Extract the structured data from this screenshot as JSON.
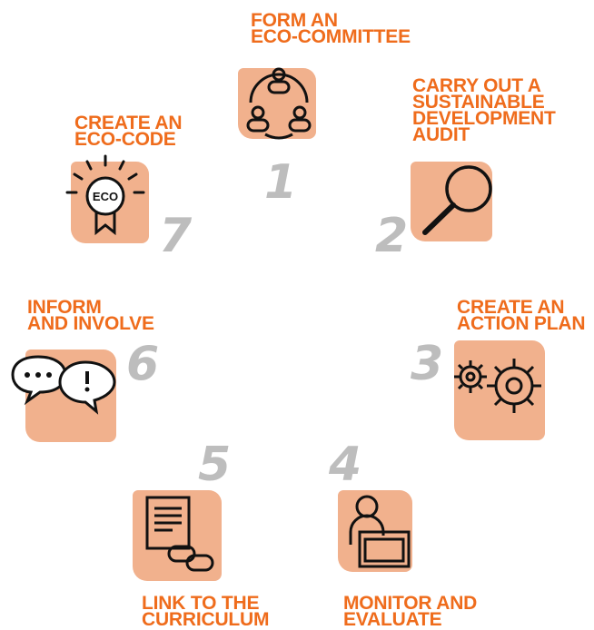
{
  "steps": [
    {
      "number": "1",
      "label": "FORM AN\nECO-COMMITTEE",
      "icon": "people-icon"
    },
    {
      "number": "2",
      "label": "CARRY OUT A\nSUSTAINABLE\nDEVELOPMENT\nAUDIT",
      "icon": "magnifier-icon"
    },
    {
      "number": "3",
      "label": "CREATE AN\nACTION PLAN",
      "icon": "gears-icon"
    },
    {
      "number": "4",
      "label": "MONITOR AND\nEVALUATE",
      "icon": "person-laptop-icon"
    },
    {
      "number": "5",
      "label": "LINK TO THE\nCURRICULUM",
      "icon": "document-link-icon"
    },
    {
      "number": "6",
      "label": "INFORM\nAND INVOLVE",
      "icon": "speech-bubbles-icon"
    },
    {
      "number": "7",
      "label": "CREATE AN\nECO-CODE",
      "icon": "eco-badge-icon"
    }
  ],
  "badge_text": "ECO",
  "colors": {
    "accent": "#ef6c1c",
    "splash": "#f4b08b",
    "number": "#bdbdbd",
    "line": "#111111"
  }
}
